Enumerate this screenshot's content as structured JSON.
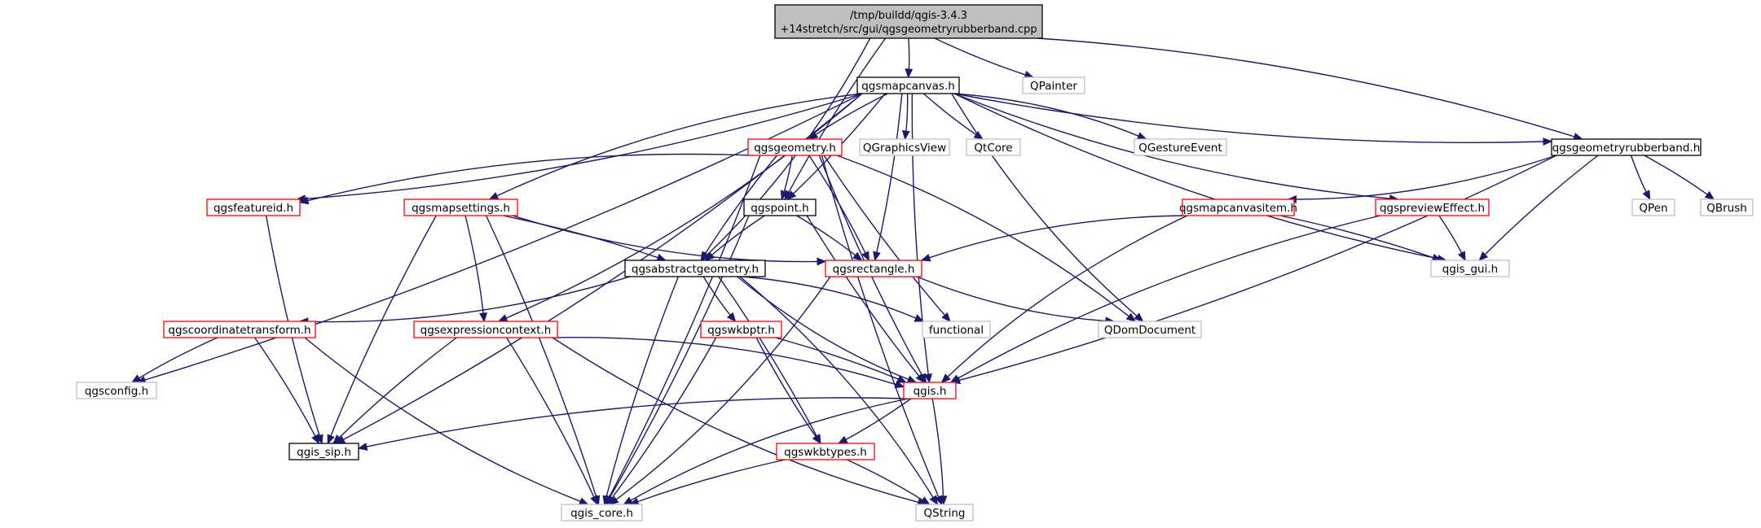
{
  "diagram": {
    "type": "include-dependency-graph",
    "colors": {
      "edge": "#191970",
      "root_fill": "#bfbfbf",
      "root_border": "#000000",
      "documented_border": "#000000",
      "truncated_border": "#ff0000",
      "external_border": "#bfbfbf",
      "external_text": "#000000"
    },
    "nodes": [
      {
        "id": "root",
        "lines": [
          "/tmp/buildd/qgis-3.4.3",
          "+14stretch/src/gui/qgsgeometryrubberband.cpp"
        ],
        "style": "root"
      },
      {
        "id": "qgsmapcanvas",
        "lines": [
          "qgsmapcanvas.h"
        ],
        "style": "documented"
      },
      {
        "id": "qpainter",
        "lines": [
          "QPainter"
        ],
        "style": "external"
      },
      {
        "id": "qgsgeometry",
        "lines": [
          "qgsgeometry.h"
        ],
        "style": "truncated"
      },
      {
        "id": "qgraphicsview",
        "lines": [
          "QGraphicsView"
        ],
        "style": "external"
      },
      {
        "id": "qtcore",
        "lines": [
          "QtCore"
        ],
        "style": "external"
      },
      {
        "id": "qgestureevent",
        "lines": [
          "QGestureEvent"
        ],
        "style": "external"
      },
      {
        "id": "qgsgeometryrubberband",
        "lines": [
          "qgsgeometryrubberband.h"
        ],
        "style": "documented"
      },
      {
        "id": "qgsfeatureid",
        "lines": [
          "qgsfeatureid.h"
        ],
        "style": "truncated"
      },
      {
        "id": "qgsmapsettings",
        "lines": [
          "qgsmapsettings.h"
        ],
        "style": "truncated"
      },
      {
        "id": "qgspoint",
        "lines": [
          "qgspoint.h"
        ],
        "style": "documented"
      },
      {
        "id": "qgsmapcanvasitem",
        "lines": [
          "qgsmapcanvasitem.h"
        ],
        "style": "truncated"
      },
      {
        "id": "qgspreviewEffect",
        "lines": [
          "qgspreviewEffect.h"
        ],
        "style": "truncated"
      },
      {
        "id": "qpen",
        "lines": [
          "QPen"
        ],
        "style": "external"
      },
      {
        "id": "qbrush",
        "lines": [
          "QBrush"
        ],
        "style": "external"
      },
      {
        "id": "qgsabstractgeometry",
        "lines": [
          "qgsabstractgeometry.h"
        ],
        "style": "documented"
      },
      {
        "id": "qgsrectangle",
        "lines": [
          "qgsrectangle.h"
        ],
        "style": "truncated"
      },
      {
        "id": "qgis_gui",
        "lines": [
          "qgis_gui.h"
        ],
        "style": "external"
      },
      {
        "id": "qgscoordinatetransform",
        "lines": [
          "qgscoordinatetransform.h"
        ],
        "style": "truncated"
      },
      {
        "id": "qgsexpressioncontext",
        "lines": [
          "qgsexpressioncontext.h"
        ],
        "style": "truncated"
      },
      {
        "id": "qgswkbptr",
        "lines": [
          "qgswkbptr.h"
        ],
        "style": "truncated"
      },
      {
        "id": "functional",
        "lines": [
          "functional"
        ],
        "style": "external"
      },
      {
        "id": "qdomdocument",
        "lines": [
          "QDomDocument"
        ],
        "style": "external"
      },
      {
        "id": "qgsconfig",
        "lines": [
          "qgsconfig.h"
        ],
        "style": "external"
      },
      {
        "id": "qgis",
        "lines": [
          "qgis.h"
        ],
        "style": "truncated"
      },
      {
        "id": "qgis_sip",
        "lines": [
          "qgis_sip.h"
        ],
        "style": "documented"
      },
      {
        "id": "qgswkbtypes",
        "lines": [
          "qgswkbtypes.h"
        ],
        "style": "truncated"
      },
      {
        "id": "qgis_core",
        "lines": [
          "qgis_core.h"
        ],
        "style": "external"
      },
      {
        "id": "qstring",
        "lines": [
          "QString"
        ],
        "style": "external"
      }
    ],
    "edges": [
      [
        "root",
        "qgsmapcanvas"
      ],
      [
        "root",
        "qpainter"
      ],
      [
        "root",
        "qgsgeometryrubberband"
      ],
      [
        "root",
        "qgspoint"
      ],
      [
        "root",
        "qgsabstractgeometry"
      ],
      [
        "qgsmapcanvas",
        "qgsgeometry"
      ],
      [
        "qgsmapcanvas",
        "qgraphicsview"
      ],
      [
        "qgsmapcanvas",
        "qtcore"
      ],
      [
        "qgsmapcanvas",
        "qgestureevent"
      ],
      [
        "qgsmapcanvas",
        "qgsgeometryrubberband"
      ],
      [
        "qgsmapcanvas",
        "qgsfeatureid"
      ],
      [
        "qgsmapcanvas",
        "qgsmapsettings"
      ],
      [
        "qgsmapcanvas",
        "qgspoint"
      ],
      [
        "qgsmapcanvas",
        "qgspreviewEffect"
      ],
      [
        "qgsmapcanvas",
        "qgsrectangle"
      ],
      [
        "qgsmapcanvas",
        "qgis_gui"
      ],
      [
        "qgsmapcanvas",
        "qgsexpressioncontext"
      ],
      [
        "qgsmapcanvas",
        "qdomdocument"
      ],
      [
        "qgsmapcanvas",
        "qgsconfig"
      ],
      [
        "qgsmapcanvas",
        "qgis"
      ],
      [
        "qgsmapcanvas",
        "qgis_sip"
      ],
      [
        "qgsgeometry",
        "qgsfeatureid"
      ],
      [
        "qgsgeometry",
        "qgspoint"
      ],
      [
        "qgsgeometry",
        "qgsabstractgeometry"
      ],
      [
        "qgsgeometry",
        "qgsrectangle"
      ],
      [
        "qgsgeometry",
        "functional"
      ],
      [
        "qgsgeometry",
        "qdomdocument"
      ],
      [
        "qgsgeometry",
        "qgis"
      ],
      [
        "qgsgeometry",
        "qgis_core"
      ],
      [
        "qgsgeometry",
        "qstring"
      ],
      [
        "qgsgeometryrubberband",
        "qgsmapcanvasitem"
      ],
      [
        "qgsgeometryrubberband",
        "qpen"
      ],
      [
        "qgsgeometryrubberband",
        "qbrush"
      ],
      [
        "qgsgeometryrubberband",
        "qgis_gui"
      ],
      [
        "qgsgeometryrubberband",
        "qgis"
      ],
      [
        "qgsfeatureid",
        "qgis_sip"
      ],
      [
        "qgsmapsettings",
        "qgsabstractgeometry"
      ],
      [
        "qgsmapsettings",
        "qgsrectangle"
      ],
      [
        "qgsmapsettings",
        "qgsexpressioncontext"
      ],
      [
        "qgsmapsettings",
        "qgis_sip"
      ],
      [
        "qgsmapsettings",
        "qgis_core"
      ],
      [
        "qgspoint",
        "qgsabstractgeometry"
      ],
      [
        "qgspoint",
        "qgsrectangle"
      ],
      [
        "qgspoint",
        "qgis"
      ],
      [
        "qgspoint",
        "qgis_core"
      ],
      [
        "qgsmapcanvasitem",
        "qgsrectangle"
      ],
      [
        "qgsmapcanvasitem",
        "qgis_gui"
      ],
      [
        "qgsmapcanvasitem",
        "qgis"
      ],
      [
        "qgspreviewEffect",
        "qgis_gui"
      ],
      [
        "qgspreviewEffect",
        "qgis"
      ],
      [
        "qgsabstractgeometry",
        "qgscoordinatetransform"
      ],
      [
        "qgsabstractgeometry",
        "qgswkbptr"
      ],
      [
        "qgsabstractgeometry",
        "functional"
      ],
      [
        "qgsabstractgeometry",
        "qgis"
      ],
      [
        "qgsabstractgeometry",
        "qgswkbtypes"
      ],
      [
        "qgsabstractgeometry",
        "qgis_core"
      ],
      [
        "qgsabstractgeometry",
        "qstring"
      ],
      [
        "qgsrectangle",
        "qdomdocument"
      ],
      [
        "qgsrectangle",
        "qgis_core"
      ],
      [
        "qgscoordinatetransform",
        "qgsconfig"
      ],
      [
        "qgscoordinatetransform",
        "qgis_sip"
      ],
      [
        "qgscoordinatetransform",
        "qgis_core"
      ],
      [
        "qgsexpressioncontext",
        "qgis"
      ],
      [
        "qgsexpressioncontext",
        "qgis_sip"
      ],
      [
        "qgsexpressioncontext",
        "qgis_core"
      ],
      [
        "qgsexpressioncontext",
        "qstring"
      ],
      [
        "qgswkbptr",
        "qgis"
      ],
      [
        "qgswkbptr",
        "qgswkbtypes"
      ],
      [
        "qgswkbptr",
        "qgis_core"
      ],
      [
        "qgis",
        "qgis_sip"
      ],
      [
        "qgis",
        "qgswkbtypes"
      ],
      [
        "qgis",
        "qgis_core"
      ],
      [
        "qgis",
        "qstring"
      ],
      [
        "qgswkbtypes",
        "qgis_core"
      ],
      [
        "qgswkbtypes",
        "qstring"
      ]
    ]
  }
}
